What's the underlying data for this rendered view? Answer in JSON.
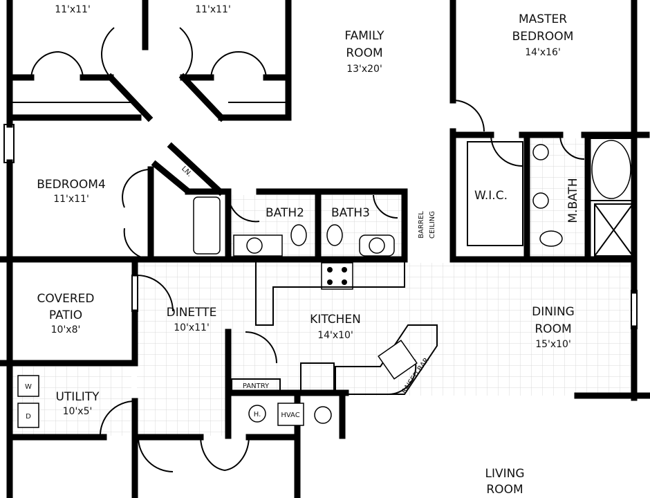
{
  "plan": {
    "rooms": [
      {
        "id": "bedroom-top-left",
        "name": "",
        "dims": "11'x11'"
      },
      {
        "id": "bedroom-top-right",
        "name": "",
        "dims": "11'x11'"
      },
      {
        "id": "family-room",
        "name": "FAMILY",
        "name2": "ROOM",
        "dims": "13'x20'"
      },
      {
        "id": "master-bedroom",
        "name": "MASTER",
        "name2": "BEDROOM",
        "dims": "14'x16'"
      },
      {
        "id": "bedroom4",
        "name": "BEDROOM4",
        "dims": "11'x11'"
      },
      {
        "id": "bath2",
        "name": "BATH2"
      },
      {
        "id": "bath3",
        "name": "BATH3"
      },
      {
        "id": "wic",
        "name": "W.I.C."
      },
      {
        "id": "master-bath",
        "name": "M.BATH"
      },
      {
        "id": "covered-patio",
        "name": "COVERED",
        "name2": "PATIO",
        "dims": "10'x8'"
      },
      {
        "id": "dinette",
        "name": "DINETTE",
        "dims": "10'x11'"
      },
      {
        "id": "kitchen",
        "name": "KITCHEN",
        "dims": "14'x10'"
      },
      {
        "id": "dining-room",
        "name": "DINING",
        "name2": "ROOM",
        "dims": "15'x10'"
      },
      {
        "id": "utility",
        "name": "UTILITY",
        "dims": "10'x5'"
      },
      {
        "id": "living-room",
        "name": "LIVING",
        "name2": "ROOM"
      }
    ],
    "labels": {
      "linen": "LN.",
      "barrel1": "BARREL",
      "barrel2": "CEILING",
      "pantry": "PANTRY",
      "hvac": "HVAC",
      "heater": "H.",
      "washer": "W",
      "dryer": "D",
      "raised_bar": "RAISED BAR"
    },
    "colors": {
      "wall": "#000000",
      "tile_grid": "#d9d9d9",
      "background": "#ffffff"
    }
  }
}
